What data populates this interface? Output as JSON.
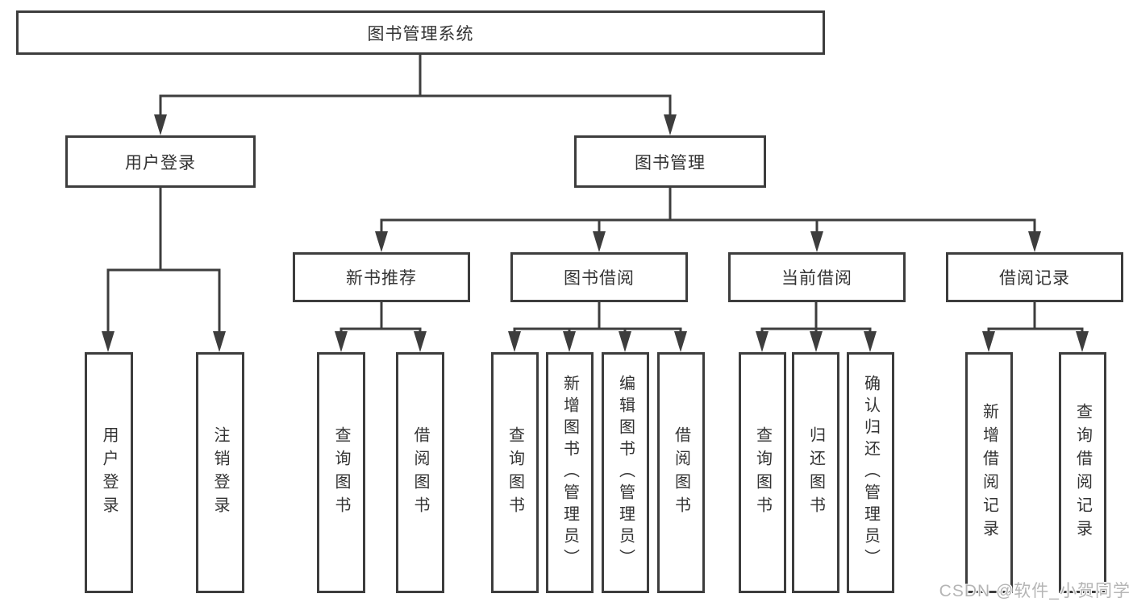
{
  "nodes": {
    "root": "图书管理系统",
    "level2": [
      {
        "id": "user-login",
        "label": "用户登录"
      },
      {
        "id": "book-management",
        "label": "图书管理"
      }
    ],
    "level3": [
      {
        "id": "new-book-recommend",
        "label": "新书推荐"
      },
      {
        "id": "book-borrow",
        "label": "图书借阅"
      },
      {
        "id": "current-borrow",
        "label": "当前借阅"
      },
      {
        "id": "borrow-records",
        "label": "借阅记录"
      }
    ],
    "leaves": [
      {
        "parent": "用户登录",
        "items": [
          "用户登录",
          "注销登录"
        ]
      },
      {
        "parent": "新书推荐",
        "items": [
          "查询图书",
          "借阅图书"
        ]
      },
      {
        "parent": "图书借阅",
        "items": [
          "查询图书",
          "新增图书（管理员）",
          "编辑图书（管理员）",
          "借阅图书"
        ]
      },
      {
        "parent": "当前借阅",
        "items": [
          "查询图书",
          "归还图书",
          "确认归还（管理员）"
        ]
      },
      {
        "parent": "借阅记录",
        "items": [
          "新增借阅记录",
          "查询借阅记录"
        ]
      }
    ]
  },
  "watermark": "CSDN @软件_小贺同学",
  "colors": {
    "line": "#3d3d3d",
    "box_border": "#3d3d3d",
    "text": "#333333",
    "background": "#ffffff",
    "watermark": "#b5b5b5"
  }
}
